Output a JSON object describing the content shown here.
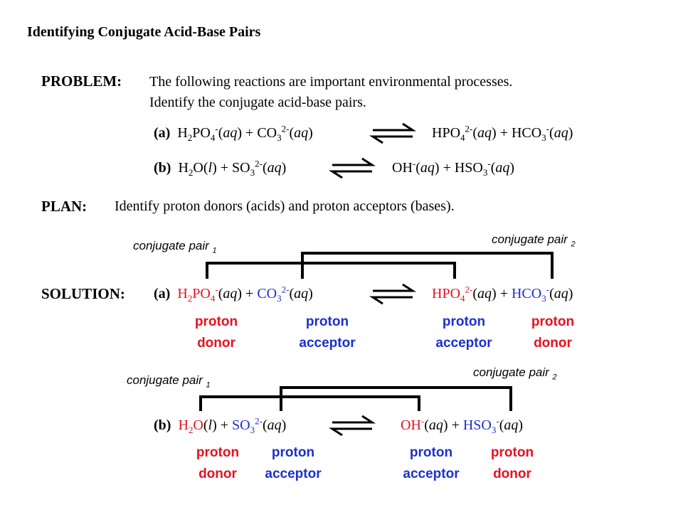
{
  "title": "Identifying Conjugate Acid-Base Pairs",
  "problem": {
    "label": "PROBLEM:",
    "line1": "The following reactions are important environmental processes.",
    "line2": "Identify the conjugate acid-base pairs."
  },
  "plan": {
    "label": "PLAN:",
    "text": "Identify proton donors (acids) and proton acceptors (bases)."
  },
  "solution": {
    "label": "SOLUTION:"
  },
  "reactions": {
    "a": {
      "label": "(a)"
    },
    "b": {
      "label": "(b)"
    }
  },
  "roles": {
    "proton": "proton",
    "donor": "donor",
    "acceptor": "acceptor"
  },
  "conjugate_pair": {
    "text": "conjugate pair",
    "sub1": "1",
    "sub2": "2"
  },
  "colors": {
    "acid": "#e8101f",
    "base": "#1c2fd0",
    "text": "#000000"
  }
}
